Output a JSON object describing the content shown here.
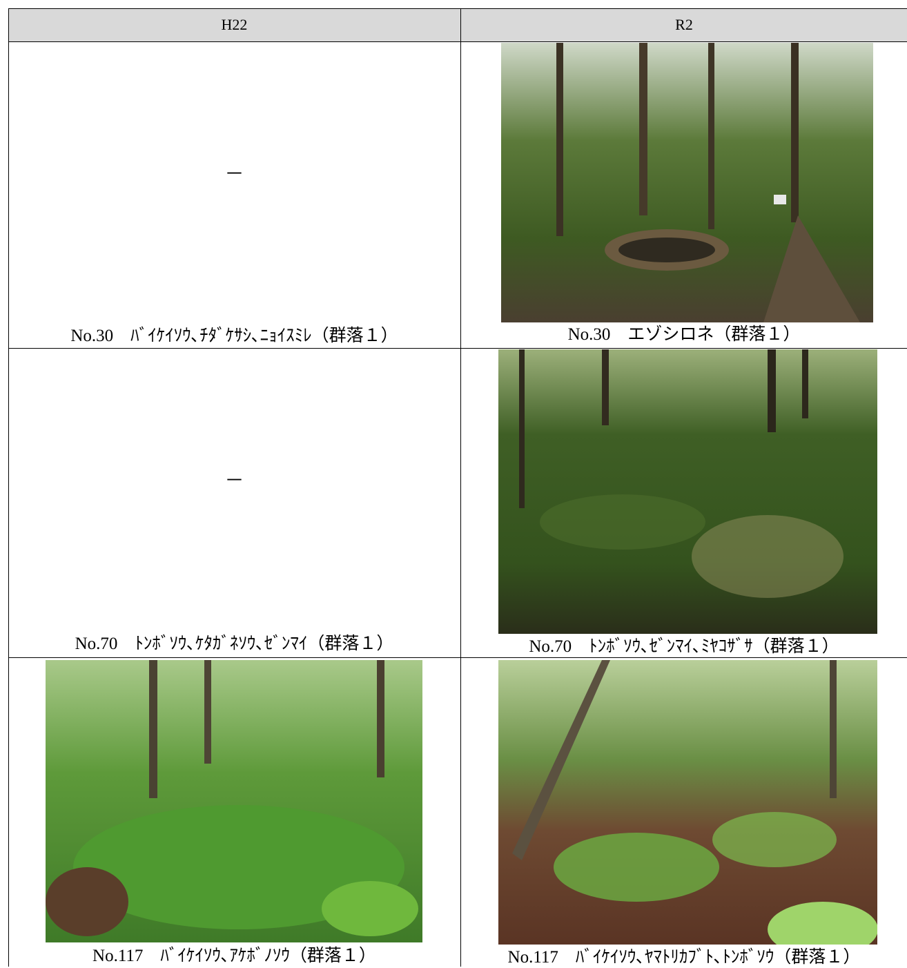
{
  "header": {
    "col1": "H22",
    "col2": "R2"
  },
  "rows": [
    {
      "h22_placeholder": "－",
      "h22_caption": "No.30　ﾊﾞｲｹｲｿｳ､ﾁﾀﾞｹｻｼ､ﾆｮｲｽﾐﾚ（群落１）",
      "r2_caption": "No.30　エゾシロネ（群落１）"
    },
    {
      "h22_placeholder": "－",
      "h22_caption": "No.70　ﾄﾝﾎﾞｿｳ､ｹﾀｶﾞﾈｿｳ､ｾﾞﾝﾏｲ（群落１）",
      "r2_caption": "No.70　ﾄﾝﾎﾞｿｳ､ｾﾞﾝﾏｲ､ﾐﾔｺｻﾞｻ（群落１）"
    },
    {
      "h22_caption": "No.117　ﾊﾞｲｹｲｿｳ､ｱｹﾎﾞﾉｿｳ（群落１）",
      "r2_caption": "No.117　ﾊﾞｲｹｲｿｳ､ﾔﾏﾄﾘｶﾌﾞﾄ､ﾄﾝﾎﾞｿｳ（群落１）"
    }
  ]
}
